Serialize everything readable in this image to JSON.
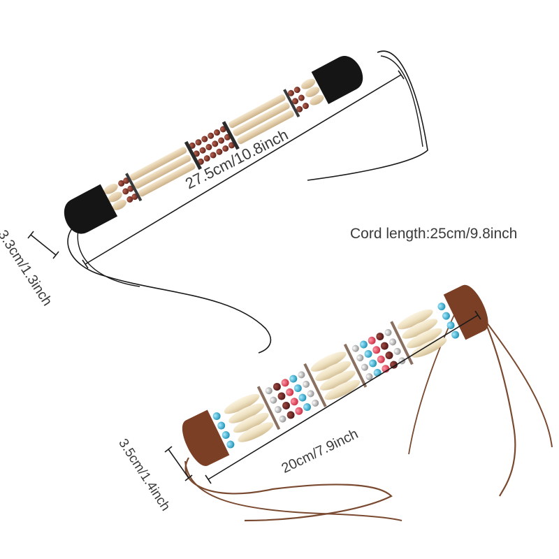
{
  "image": {
    "subject": "Two beaded choker bracelets with leather end tabs and ties",
    "items": [
      {
        "name": "black-leather-choker",
        "length_label": "27.5cm/10.8inch",
        "width_label": "3.3cm/1.3inch",
        "colors": {
          "leather": "#141414",
          "bone": "#e6d2b2",
          "bead": "#7a2f24"
        }
      },
      {
        "name": "brown-leather-choker",
        "length_label": "20cm/7.9inch",
        "width_label": "3.5cm/1.4inch",
        "colors": {
          "leather": "#7b3f25",
          "bone": "#efe3c6",
          "bead_blue": "#3ab0d0",
          "bead_red": "#e04a5c",
          "bead_dark": "#6e2a2a"
        }
      }
    ],
    "cord_label": "Cord length:25cm/9.8inch",
    "colors": {
      "text": "#3a3a3a",
      "measure_line": "#1a1a1a",
      "background": "#ffffff"
    }
  }
}
